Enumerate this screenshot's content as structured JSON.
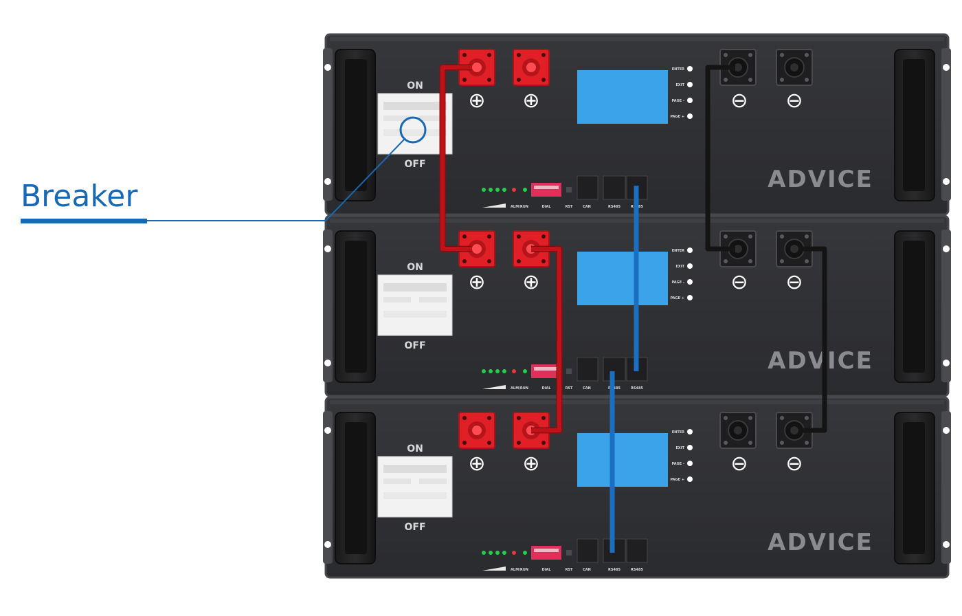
{
  "callout": {
    "label": "Breaker",
    "color": "#1769b5"
  },
  "units": [
    {
      "brand": "ADVICE",
      "breaker": {
        "on_label": "ON",
        "off_label": "OFF"
      },
      "buttons": [
        "ENTER",
        "EXIT",
        "PAGE -",
        "PAGE +"
      ],
      "port_labels": [
        "ALM/RUN",
        "DIAL",
        "RST",
        "CAN",
        "RS485",
        "RS485"
      ],
      "positive_symbol": "⊕",
      "negative_symbol": "⊖"
    },
    {
      "brand": "ADVICE",
      "breaker": {
        "on_label": "ON",
        "off_label": "OFF"
      },
      "buttons": [
        "ENTER",
        "EXIT",
        "PAGE -",
        "PAGE +"
      ],
      "port_labels": [
        "ALM/RUN",
        "DIAL",
        "RST",
        "CAN",
        "RS485",
        "RS485"
      ],
      "positive_symbol": "⊕",
      "negative_symbol": "⊖"
    },
    {
      "brand": "ADVICE",
      "breaker": {
        "on_label": "ON",
        "off_label": "OFF"
      },
      "buttons": [
        "ENTER",
        "EXIT",
        "PAGE -",
        "PAGE +"
      ],
      "port_labels": [
        "ALM/RUN",
        "DIAL",
        "RST",
        "CAN",
        "RS485",
        "RS485"
      ],
      "positive_symbol": "⊕",
      "negative_symbol": "⊖"
    }
  ],
  "colors": {
    "chassis": "#2f3033",
    "chassis_edge": "#3c3d41",
    "display": "#3aa3ea",
    "terminal_red": "#e11f26",
    "cable_red": "#c01218",
    "cable_black": "#1c1c1c",
    "cable_blue": "#1a6fc1",
    "led_green": "#22d04a",
    "led_red": "#e23b3b",
    "dip": "#e0305a",
    "label_text": "#d9dadb"
  }
}
